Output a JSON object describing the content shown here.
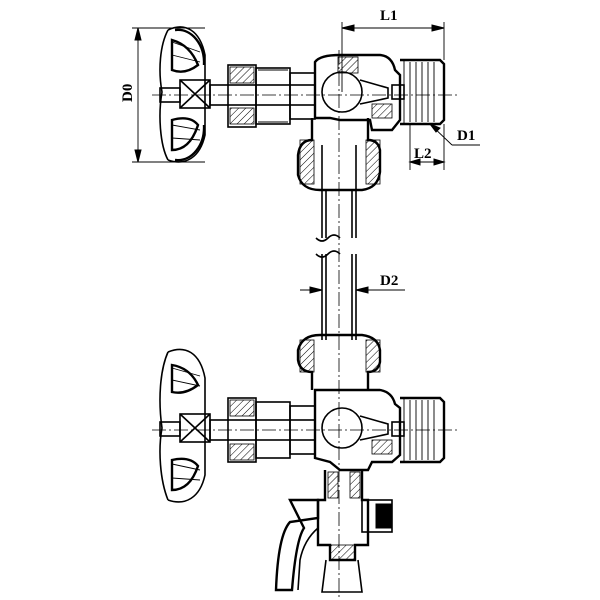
{
  "diagram": {
    "labels": {
      "l1": "L1",
      "l2": "L2",
      "d0": "D0",
      "d1": "D1",
      "d2": "D2"
    },
    "colors": {
      "line": "#000000",
      "background": "#ffffff"
    }
  }
}
